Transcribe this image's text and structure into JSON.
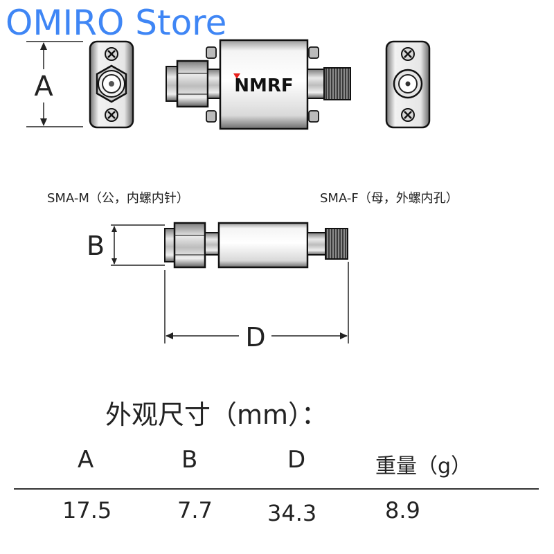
{
  "header": {
    "store_name": "OMIRO Store"
  },
  "drawing": {
    "brand_logo": "NMRF",
    "dim_a": "A",
    "dim_b": "B",
    "dim_d": "D",
    "left_connector": "SMA-M（公，内螺内针）",
    "right_connector": "SMA-F（母，外螺内孔）"
  },
  "dimensions": {
    "title": "外观尺寸（mm）：",
    "headers": [
      "A",
      "B",
      "D",
      "重量（g）"
    ],
    "values": [
      "17.5",
      "7.7",
      "34.3",
      "8.9"
    ]
  },
  "colors": {
    "store_text": "#3f86f5",
    "logo_red": "#e8201c"
  }
}
